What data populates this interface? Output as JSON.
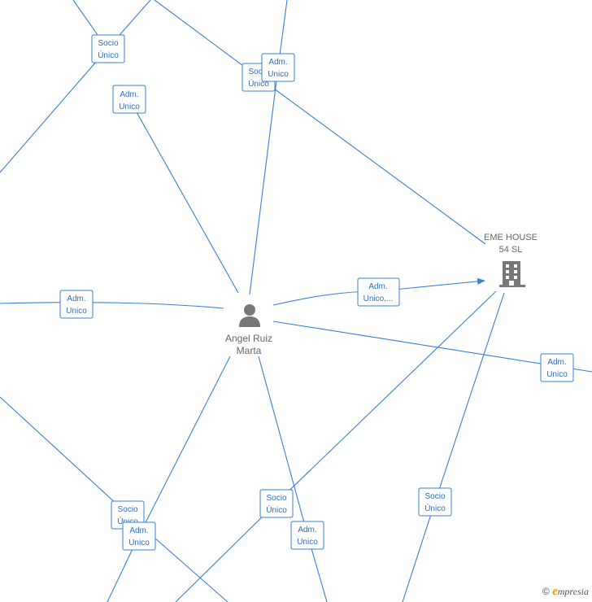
{
  "nodes": {
    "person": {
      "name_line1": "Angel Ruiz",
      "name_line2": "Marta",
      "icon": "person-icon"
    },
    "company": {
      "name_line1": "EME HOUSE",
      "name_line2": "54  SL",
      "icon": "building-icon"
    }
  },
  "labels": {
    "l1": [
      "Socio",
      "Único"
    ],
    "l2": [
      "Adm.",
      "Unico"
    ],
    "l3": [
      "Socio",
      "Único"
    ],
    "l4": [
      "Adm.",
      "Unico"
    ],
    "l5": [
      "Adm.",
      "Unico"
    ],
    "l6": [
      "Adm.",
      "Unico,..."
    ],
    "l7": [
      "Adm.",
      "Unico"
    ],
    "l8": [
      "Socio",
      "Único"
    ],
    "l9": [
      "Adm.",
      "Unico"
    ],
    "l10": [
      "Socio",
      "Único"
    ],
    "l11": [
      "Adm.",
      "Unico"
    ],
    "l12": [
      "Socio",
      "Único"
    ]
  },
  "brand": {
    "copyright": "©",
    "initial": "e",
    "rest": "mpresia"
  },
  "colors": {
    "edge": "#3a7fd5",
    "node_icon": "#777777"
  }
}
